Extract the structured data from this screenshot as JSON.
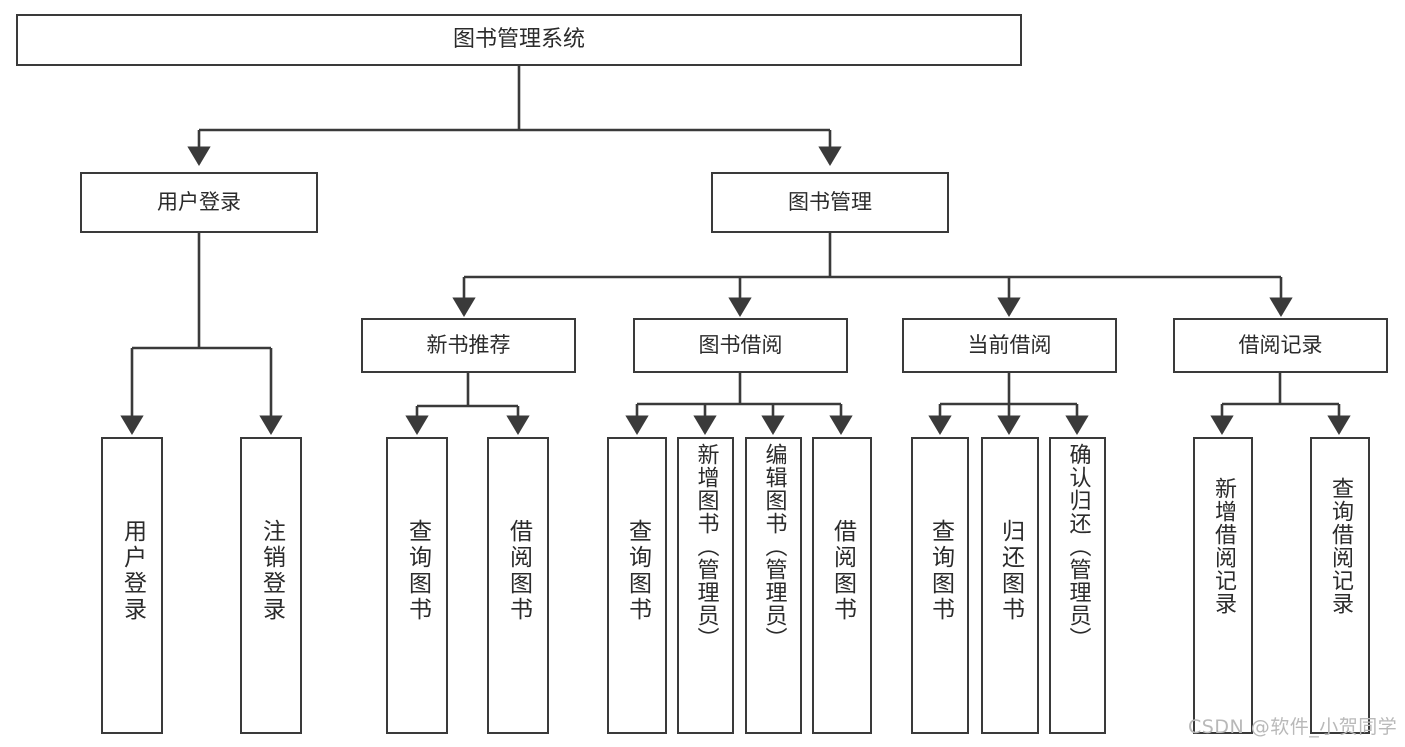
{
  "meta": {
    "title": "图书管理系统 功能结构图",
    "watermark": "CSDN @软件_小贺同学",
    "stroke_color": "#3a3a3a",
    "text_color": "#2b2b2b",
    "background_color": "#ffffff",
    "watermark_color": "#b9b9b9"
  },
  "chart_data": {
    "type": "diagram",
    "subtype": "tree",
    "title": "图书管理系统",
    "orientation": "top-down",
    "arrowheads": true,
    "nodes": [
      {
        "id": "root",
        "label": "图书管理系统",
        "level": 0,
        "parent": null
      },
      {
        "id": "user-login",
        "label": "用户登录",
        "level": 1,
        "parent": "root"
      },
      {
        "id": "book-manage",
        "label": "图书管理",
        "level": 1,
        "parent": "root"
      },
      {
        "id": "new-book-rec",
        "label": "新书推荐",
        "level": 2,
        "parent": "book-manage"
      },
      {
        "id": "book-borrow",
        "label": "图书借阅",
        "level": 2,
        "parent": "book-manage"
      },
      {
        "id": "current-borrow",
        "label": "当前借阅",
        "level": 2,
        "parent": "book-manage"
      },
      {
        "id": "borrow-record",
        "label": "借阅记录",
        "level": 2,
        "parent": "book-manage"
      },
      {
        "id": "leaf-1",
        "label": "用户登录",
        "level": 2,
        "parent": "user-login"
      },
      {
        "id": "leaf-2",
        "label": "注销登录",
        "level": 2,
        "parent": "user-login"
      },
      {
        "id": "leaf-3",
        "label": "查询图书",
        "level": 3,
        "parent": "new-book-rec"
      },
      {
        "id": "leaf-4",
        "label": "借阅图书",
        "level": 3,
        "parent": "new-book-rec"
      },
      {
        "id": "leaf-5",
        "label": "查询图书",
        "level": 3,
        "parent": "book-borrow"
      },
      {
        "id": "leaf-6",
        "label": "新增图书（管理员）",
        "level": 3,
        "parent": "book-borrow"
      },
      {
        "id": "leaf-7",
        "label": "编辑图书（管理员）",
        "level": 3,
        "parent": "book-borrow"
      },
      {
        "id": "leaf-8",
        "label": "借阅图书",
        "level": 3,
        "parent": "book-borrow"
      },
      {
        "id": "leaf-9",
        "label": "查询图书",
        "level": 3,
        "parent": "current-borrow"
      },
      {
        "id": "leaf-10",
        "label": "归还图书",
        "level": 3,
        "parent": "current-borrow"
      },
      {
        "id": "leaf-11",
        "label": "确认归还（管理员）",
        "level": 3,
        "parent": "current-borrow"
      },
      {
        "id": "leaf-12",
        "label": "新增借阅记录",
        "level": 3,
        "parent": "borrow-record"
      },
      {
        "id": "leaf-13",
        "label": "查询借阅记录",
        "level": 3,
        "parent": "borrow-record"
      }
    ]
  },
  "nodes": {
    "root": "图书管理系统",
    "user_login": "用户登录",
    "book_manage": "图书管理",
    "new_book_rec": "新书推荐",
    "book_borrow": "图书借阅",
    "current_borrow": "当前借阅",
    "borrow_record": "借阅记录",
    "leaf_user_login": "用户登录",
    "leaf_logout": "注销登录",
    "leaf_query_book_a": "查询图书",
    "leaf_borrow_book_a": "借阅图书",
    "leaf_query_book_b": "查询图书",
    "leaf_add_book": "新增图书（管理员）",
    "leaf_edit_book": "编辑图书（管理员）",
    "leaf_borrow_book_b": "借阅图书",
    "leaf_query_book_c": "查询图书",
    "leaf_return_book": "归还图书",
    "leaf_confirm_return": "确认归还（管理员）",
    "leaf_add_record": "新增借阅记录",
    "leaf_query_record": "查询借阅记录"
  }
}
